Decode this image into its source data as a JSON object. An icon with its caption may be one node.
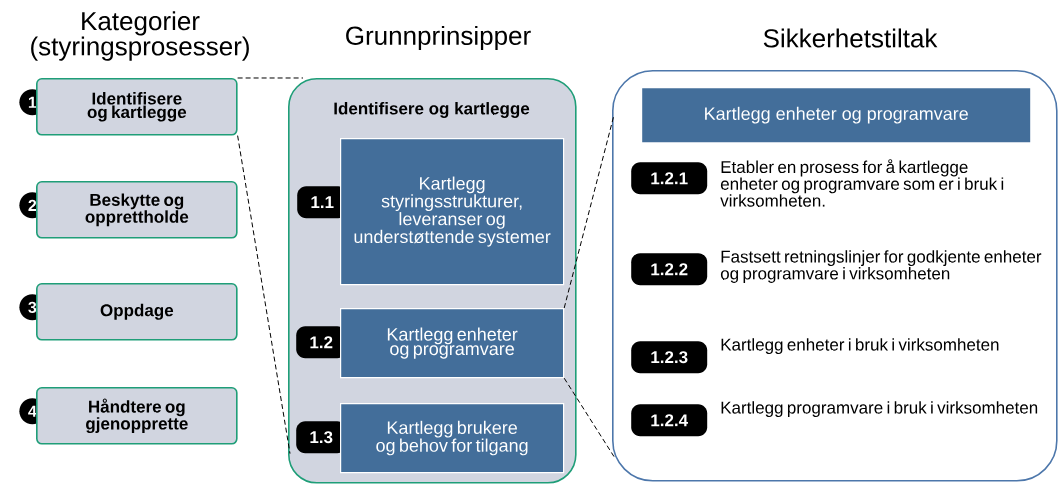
{
  "diagram": {
    "nodes": [
      {
        "text": [
          "1"
        ]
      },
      {
        "text": [
          "Identifisere og kartlegge"
        ]
      },
      {
        "text": [
          "2"
        ]
      },
      {
        "text": [
          "Beskytte og opprettholde"
        ]
      },
      {
        "text": [
          "3"
        ]
      },
      {
        "text": [
          "Oppdage"
        ]
      },
      {
        "text": [
          "4"
        ]
      },
      {
        "text": [
          "Håndtere og gjenopprette"
        ]
      },
      {
        "text": [
          "Identifisere og kartlegge"
        ]
      },
      {
        "text": [
          "1.1"
        ],
        "in": 8
      },
      {
        "text": [
          "Kartlegg styringsstrukturer, leveranser og understøttende systemer"
        ],
        "in": 8
      },
      {
        "text": [
          "1.2"
        ],
        "in": 8
      },
      {
        "text": [
          "Kartlegg enheter og programvare"
        ],
        "in": 8
      },
      {
        "text": [
          "1.3"
        ],
        "in": 8
      },
      {
        "text": [
          "Kartlegg brukere og behov for tilgang"
        ],
        "in": 8
      },
      {
        "text": [],
        "shape": "box"
      },
      {
        "text": [
          "Kartlegg enheter og programvare"
        ],
        "in": 15
      },
      {
        "text": [
          "1.2.1"
        ],
        "in": 15,
        "beside": [
          "Etabler en prosess for å kartlegge enheter og programvare som er i bruk i virksomheten."
        ]
      },
      {
        "text": [
          "1.2.2"
        ],
        "in": 15,
        "beside": [
          "Fastsett retningslinjer for godkjente enheter og programvare i virksomheten"
        ]
      },
      {
        "text": [
          "1.2.3"
        ],
        "in": 15,
        "beside": [
          "Kartlegg enheter i bruk i virksomheten"
        ]
      },
      {
        "text": [
          "1.2.4"
        ],
        "in": 15,
        "beside": [
          "Kartlegg programvare i bruk i virksomheten"
        ]
      }
    ],
    "edges": [
      {
        "from": 1,
        "to": 8,
        "arrow": "none",
        "style": "dashed"
      },
      {
        "from": 1,
        "to": 8,
        "arrow": "none",
        "style": "dashed"
      },
      {
        "from": 12,
        "to": 15,
        "arrow": "none",
        "style": "dashed"
      },
      {
        "from": 12,
        "to": 15,
        "arrow": "none",
        "style": "dashed"
      }
    ],
    "labels": [
      "Kategorier (styringsprosesser)",
      "Grunnprinsipper",
      "Sikkerhetstiltak"
    ]
  }
}
